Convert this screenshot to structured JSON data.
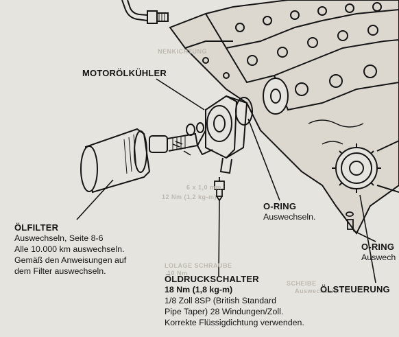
{
  "callouts": {
    "motorolkuhler": {
      "title": "MOTORÖLKÜHLER"
    },
    "olfilter": {
      "title": "ÖLFILTER",
      "lines": [
        "Auswechseln, Seite 8-6",
        "Alle 10.000 km auswechseln.",
        "Gemäß den Anweisungen auf",
        "dem Filter auswechseln."
      ]
    },
    "oring_center": {
      "title": "O-RING",
      "note": "Auswechseln."
    },
    "oring_right": {
      "title": "O-RING",
      "note": "Auswech"
    },
    "oldruckschalter": {
      "title": "ÖLDRUCKSCHALTER",
      "torque": "18 Nm (1,8 kg-m)",
      "lines": [
        "1/8 Zoll 8SP (British Standard",
        "Pipe Taper) 28 Windungen/Zoll.",
        "Korrekte Flüssigdichtung verwenden."
      ]
    },
    "olsteuerung": {
      "title": "ÖLSTEUERUNG"
    }
  },
  "show_through": {
    "top_left": "NENKICHTUNG",
    "mid_right_1": "6 x 1,0 mm",
    "mid_right_2": "12 Nm (1,2 kg-m)",
    "bottom_1": "LOLAGE SCHRAUBE",
    "bottom_2": "10 Nm",
    "bottom_3": "SCHEIBE",
    "bottom_4": "Auswechseln."
  }
}
